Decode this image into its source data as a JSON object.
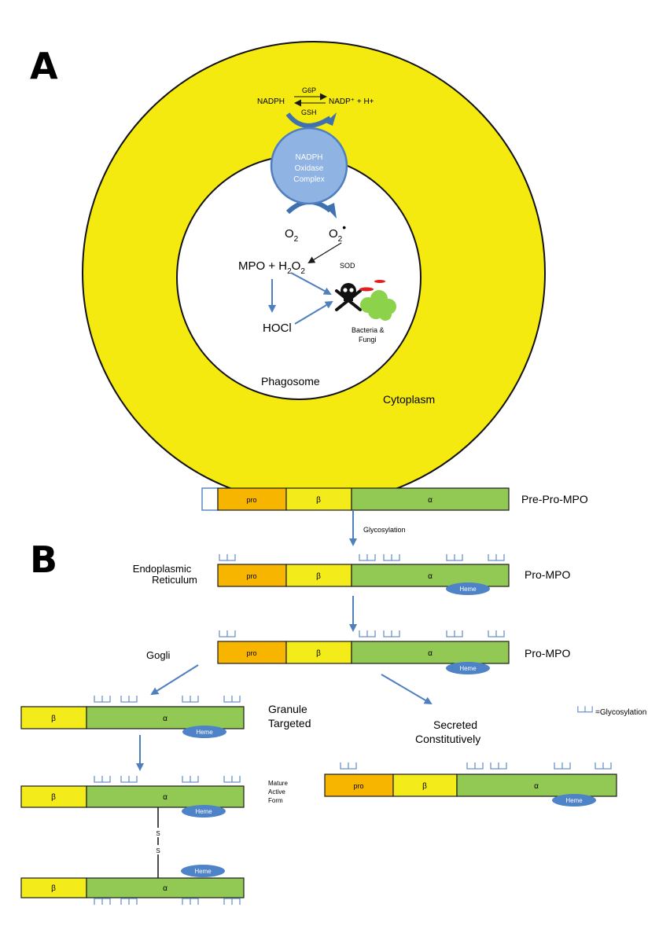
{
  "panels": {
    "a": "A",
    "b": "B"
  },
  "panel_a": {
    "nadph": "NADPH",
    "g6p": "G6P",
    "gsh": "GSH",
    "nadp_plus": "NADP⁺ + H+",
    "oxidase_line1": "NADPH",
    "oxidase_line2": "Oxidase",
    "oxidase_line3": "Complex",
    "o2": "O",
    "o2_sub": "2",
    "superoxide": "O",
    "superoxide_sub": "2",
    "superoxide_dot": "•",
    "sod": "SOD",
    "mpo_prefix": "MPO + H",
    "mpo_sub1": "2",
    "mpo_mid": "O",
    "mpo_sub2": "2",
    "hocl": "HOCl",
    "bacteria_line1": "Bacteria &",
    "bacteria_line2": "Fungi",
    "phagosome": "Phagosome",
    "cytoplasm": "Cytoplasm"
  },
  "panel_b": {
    "seg_pro": "pro",
    "seg_beta": "β",
    "seg_alpha": "α",
    "heme": "Heme",
    "pre_pro_mpo": "Pre-Pro-MPO",
    "glycosylation_step": "Glycosylation",
    "er_line1": "Endoplasmic",
    "er_line2": "Reticulum",
    "pro_mpo_1": "Pro-MPO",
    "pro_mpo_2": "Pro-MPO",
    "golgi": "Gogli",
    "granule_line1": "Granule",
    "granule_line2": "Targeted",
    "secreted_line1": "Secreted",
    "secreted_line2": "Constitutively",
    "legend_glyco": "=Glycosylation",
    "mature_line1": "Mature",
    "mature_line2": "Active",
    "mature_line3": "Form",
    "disulfide_s1": "S",
    "disulfide_s2": "S"
  },
  "colors": {
    "cytoplasm": "#f5ea0f",
    "phagosome": "#ffffff",
    "oxidase": "#8fb3e3",
    "pro": "#f7b500",
    "beta": "#f3ec1a",
    "alpha": "#92c954",
    "heme": "#4f83c7",
    "arrow": "#4f7fbf",
    "bacteria": "#8cd24a",
    "toxin": "#e02020"
  },
  "icons": {
    "toxic": "skull-crossbones-icon",
    "bacteria": "bacteria-cluster-icon",
    "glycosylation": "glycosylation-fork-icon"
  }
}
